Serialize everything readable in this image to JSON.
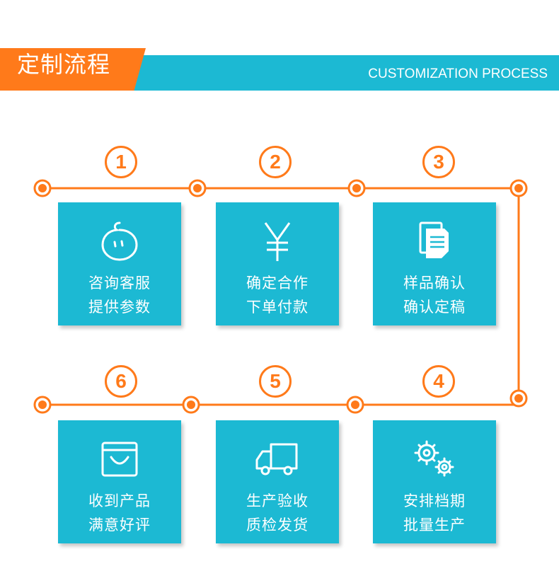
{
  "header": {
    "title": "定制流程",
    "subtitle": "CUSTOMIZATION PROCESS"
  },
  "colors": {
    "accent_orange": "#ff7a1a",
    "accent_teal": "#1cb9d3",
    "text_on_card": "#ffffff"
  },
  "steps": [
    {
      "number": "1",
      "icon": "chat-bubble-face-icon",
      "line1": "咨询客服",
      "line2": "提供参数"
    },
    {
      "number": "2",
      "icon": "yuan-currency-icon",
      "line1": "确定合作",
      "line2": "下单付款"
    },
    {
      "number": "3",
      "icon": "documents-icon",
      "line1": "样品确认",
      "line2": "确认定稿"
    },
    {
      "number": "4",
      "icon": "gears-icon",
      "line1": "安排档期",
      "line2": "批量生产"
    },
    {
      "number": "5",
      "icon": "delivery-truck-icon",
      "line1": "生产验收",
      "line2": "质检发货"
    },
    {
      "number": "6",
      "icon": "shopping-bag-icon",
      "line1": "收到产品",
      "line2": "满意好评"
    }
  ]
}
